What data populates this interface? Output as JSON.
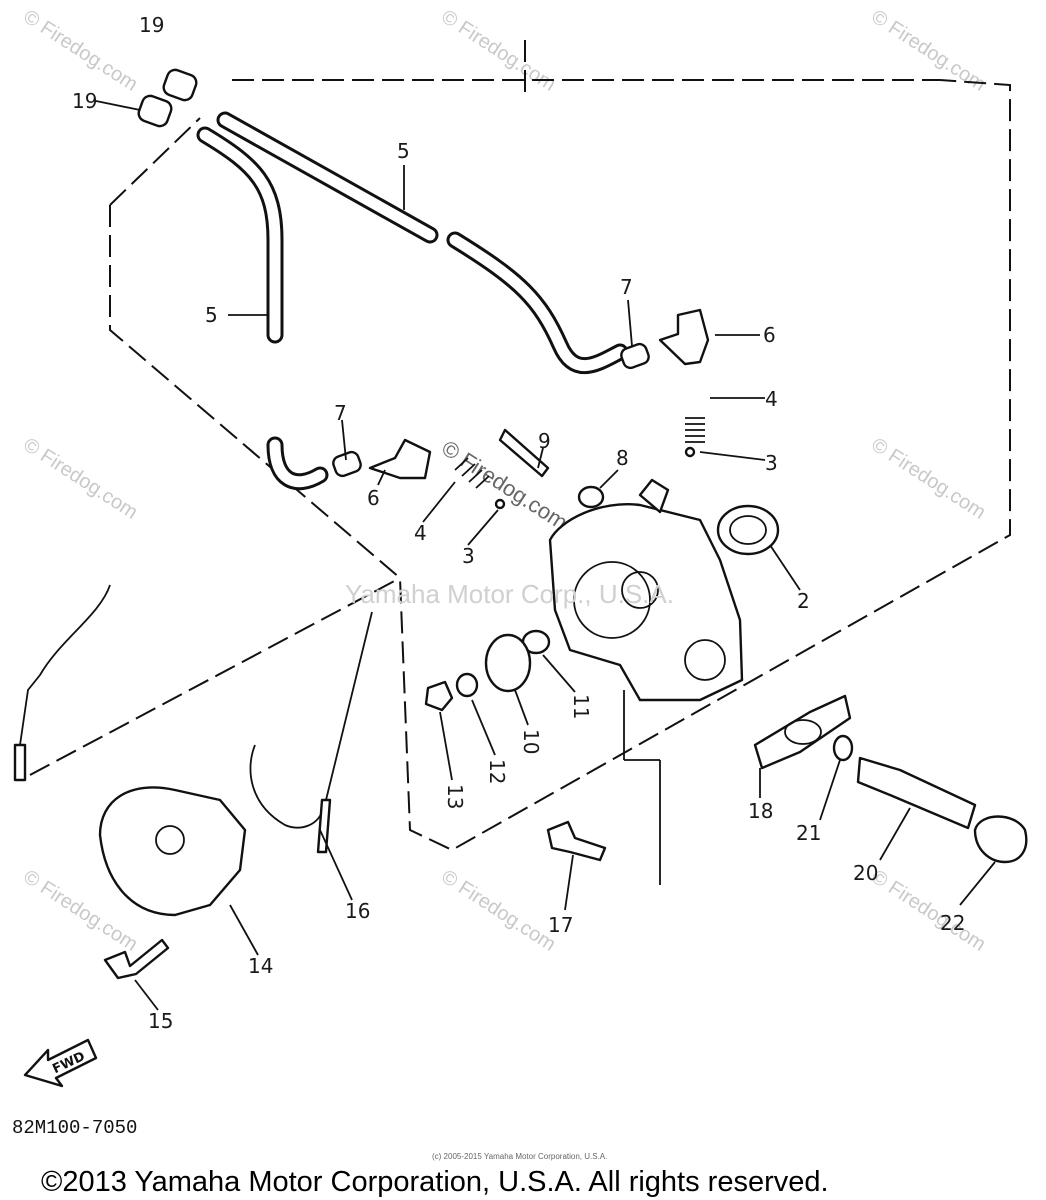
{
  "diagram": {
    "parts": [
      {
        "ref": "label-19a",
        "text": "19"
      },
      {
        "ref": "label-19b",
        "text": "19"
      },
      {
        "ref": "label-5a",
        "text": "5"
      },
      {
        "ref": "label-5b",
        "text": "5"
      },
      {
        "ref": "label-7a",
        "text": "7"
      },
      {
        "ref": "label-6a",
        "text": "6"
      },
      {
        "ref": "label-4a",
        "text": "4"
      },
      {
        "ref": "label-3a",
        "text": "3"
      },
      {
        "ref": "label-7b",
        "text": "7"
      },
      {
        "ref": "label-9",
        "text": "9"
      },
      {
        "ref": "label-8",
        "text": "8"
      },
      {
        "ref": "label-6b",
        "text": "6"
      },
      {
        "ref": "label-4b",
        "text": "4"
      },
      {
        "ref": "label-3b",
        "text": "3"
      },
      {
        "ref": "label-2",
        "text": "2"
      },
      {
        "ref": "label-11",
        "text": "11"
      },
      {
        "ref": "label-10",
        "text": "10"
      },
      {
        "ref": "label-12",
        "text": "12"
      },
      {
        "ref": "label-13",
        "text": "13"
      },
      {
        "ref": "label-18",
        "text": "18"
      },
      {
        "ref": "label-21",
        "text": "21"
      },
      {
        "ref": "label-20",
        "text": "20"
      },
      {
        "ref": "label-22",
        "text": "22"
      },
      {
        "ref": "label-17",
        "text": "17"
      },
      {
        "ref": "label-16",
        "text": "16"
      },
      {
        "ref": "label-14",
        "text": "14"
      },
      {
        "ref": "label-15",
        "text": "15"
      }
    ],
    "diagram_code": "82M100-7050",
    "direction_badge": "FWD",
    "watermark_center": "Yamaha Motor Corp., U.S.A.",
    "watermark_brand": "© Firedog.com",
    "copyright_small": "(c) 2005-2015 Yamaha Motor Corporation, U.S.A.",
    "copyright_main": "©2013 Yamaha Motor Corporation, U.S.A. All rights reserved."
  }
}
